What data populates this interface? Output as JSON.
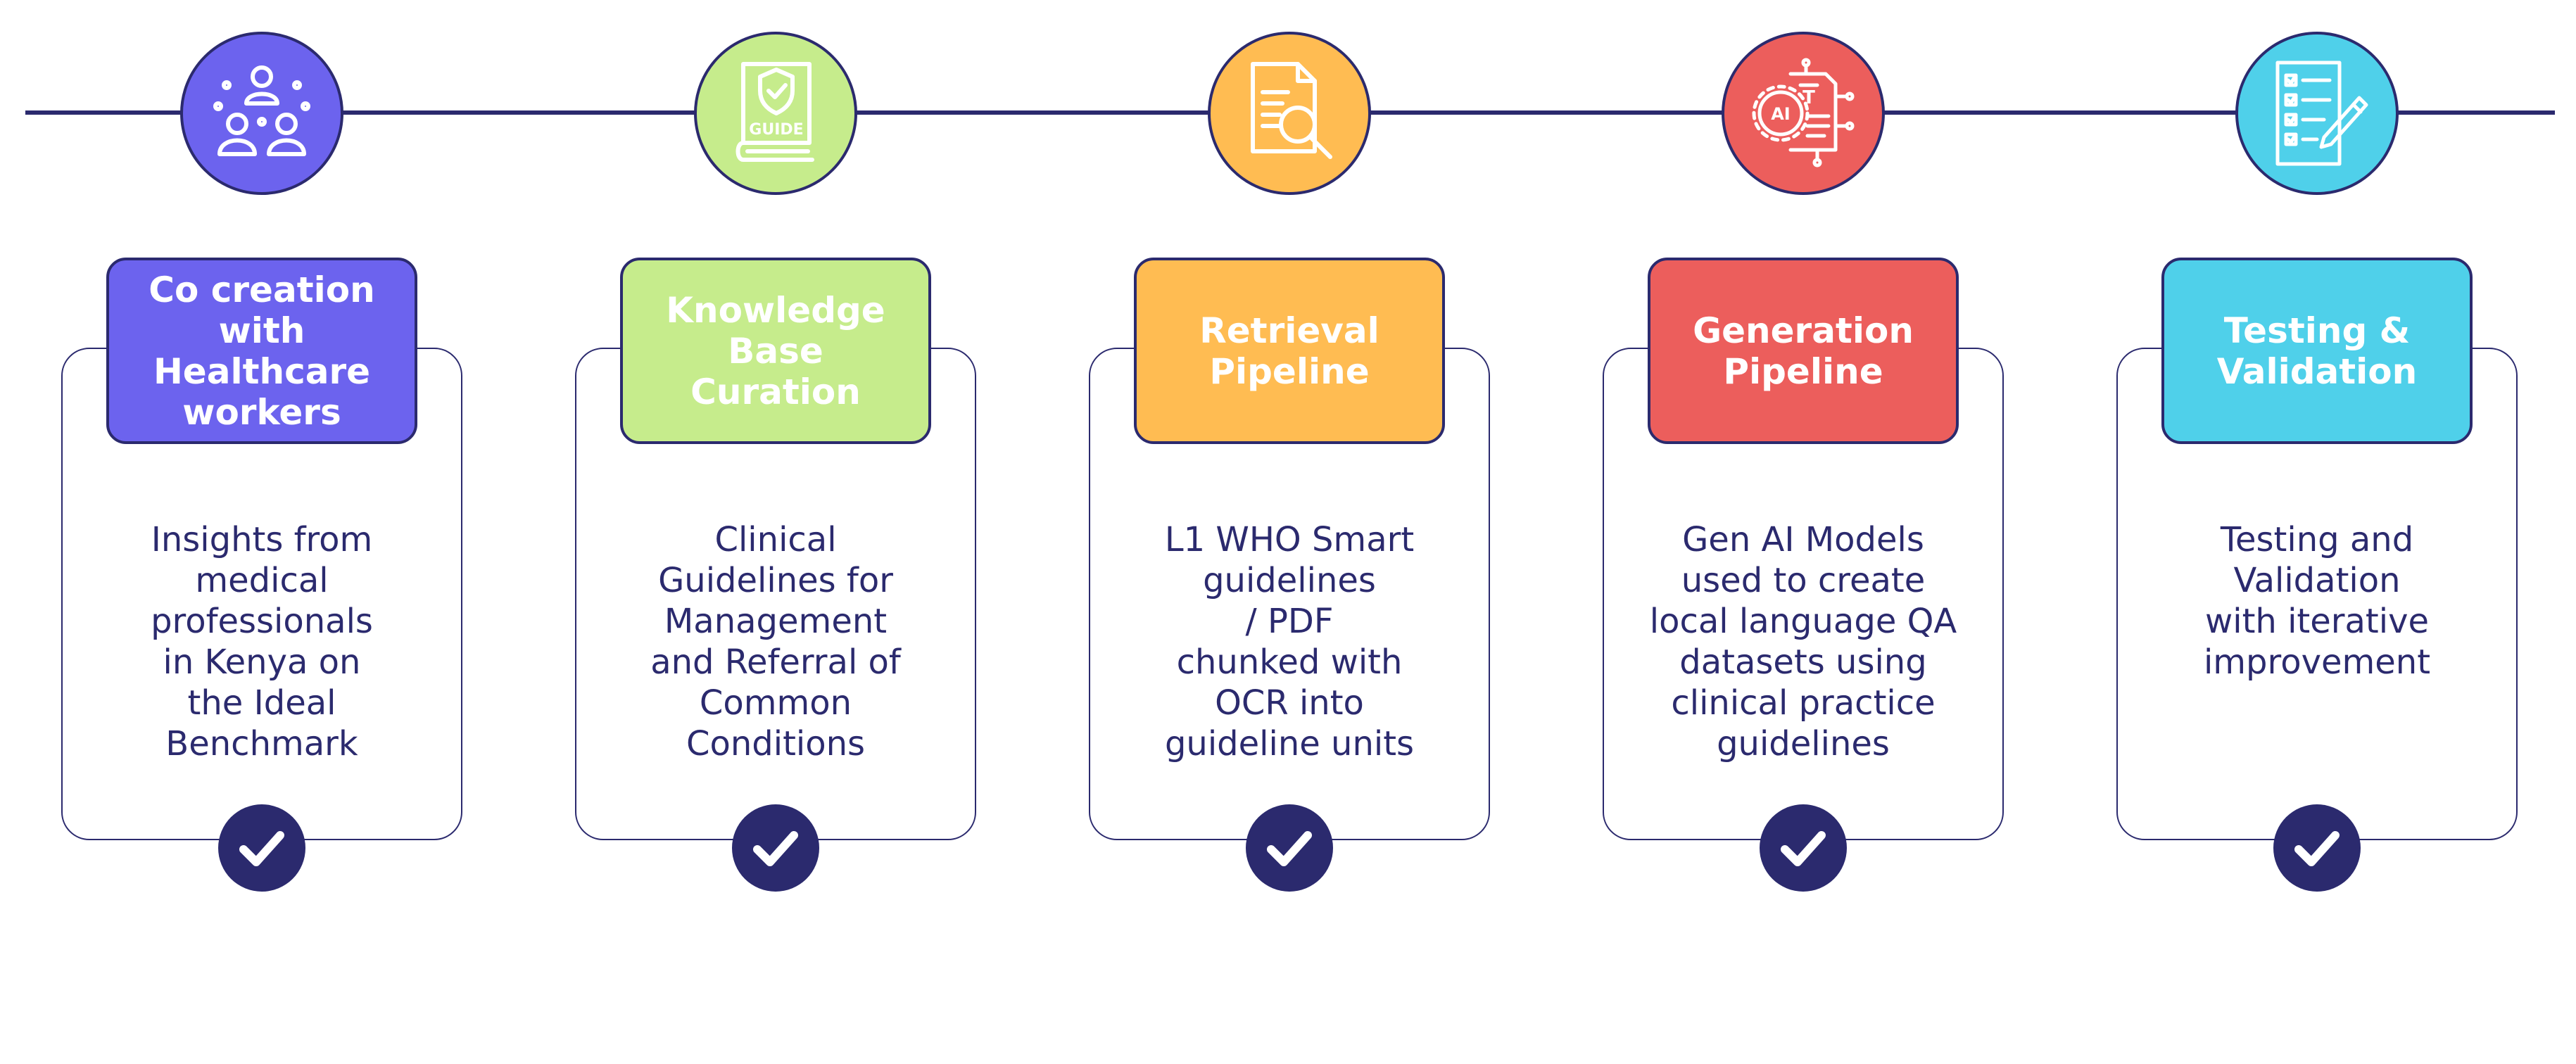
{
  "colors": {
    "outline": "#2b2a6e",
    "step_1": "#6c63ee",
    "step_2": "#c6ec8c",
    "step_3": "#ffbc52",
    "step_4": "#ec5e5c",
    "step_5": "#4fd0ea"
  },
  "steps": [
    {
      "icon": "people-network-icon",
      "title": "Co creation\nwith\nHealthcare\nworkers",
      "description": "Insights from\nmedical\nprofessionals\nin Kenya on\nthe Ideal\nBenchmark"
    },
    {
      "icon": "guide-book-icon",
      "icon_text": "GUIDE",
      "title": "Knowledge\nBase\nCuration",
      "description": "Clinical\nGuidelines for\nManagement\nand Referral of\nCommon\nConditions"
    },
    {
      "icon": "document-search-icon",
      "title": "Retrieval\nPipeline",
      "description": "L1 WHO Smart\nguidelines\n/ PDF\nchunked with\nOCR into\nguideline units"
    },
    {
      "icon": "ai-document-gear-icon",
      "icon_text": "AI",
      "icon_text_2": "T",
      "title": "Generation\nPipeline",
      "description": "Gen AI Models\nused to create\nlocal language QA\ndatasets using\nclinical practice\nguidelines"
    },
    {
      "icon": "checklist-pencil-icon",
      "title": "Testing &\nValidation",
      "description": "Testing and\nValidation\nwith iterative\nimprovement"
    }
  ]
}
